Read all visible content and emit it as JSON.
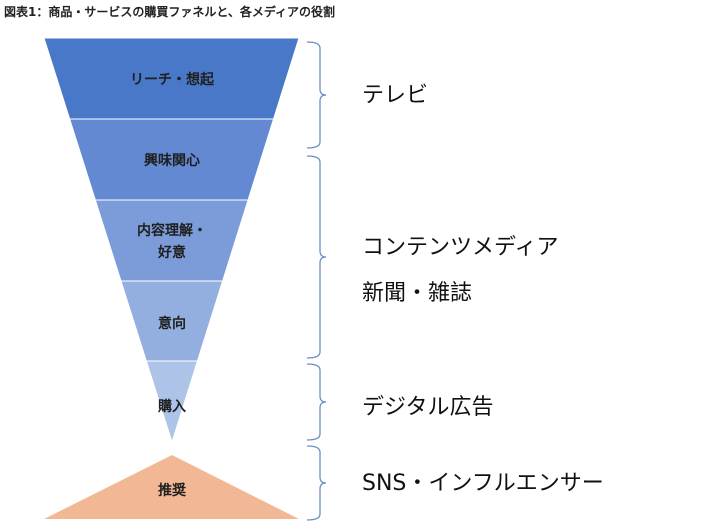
{
  "title": "図表1：商品・サービスの購買ファネルと、各メディアの役割",
  "funnel": {
    "stages": [
      {
        "lines": [
          "リーチ・想起"
        ],
        "color": "#4a78c8"
      },
      {
        "lines": [
          "興味関心"
        ],
        "color": "#6289d1"
      },
      {
        "lines": [
          "内容理解・",
          "好意"
        ],
        "color": "#7b9cd9"
      },
      {
        "lines": [
          "意向"
        ],
        "color": "#93afe0"
      },
      {
        "lines": [
          "購入"
        ],
        "color": "#adc3e8"
      }
    ],
    "recommendation": {
      "label": "推奨",
      "color": "#f2b896"
    }
  },
  "media": [
    {
      "lines": [
        "テレビ"
      ]
    },
    {
      "lines": [
        "コンテンツメディア",
        "新聞・雑誌"
      ]
    },
    {
      "lines": [
        "デジタル広告"
      ]
    },
    {
      "lines": [
        "SNS・インフルエンサー"
      ]
    }
  ],
  "brace_color": "#6b8fc6"
}
